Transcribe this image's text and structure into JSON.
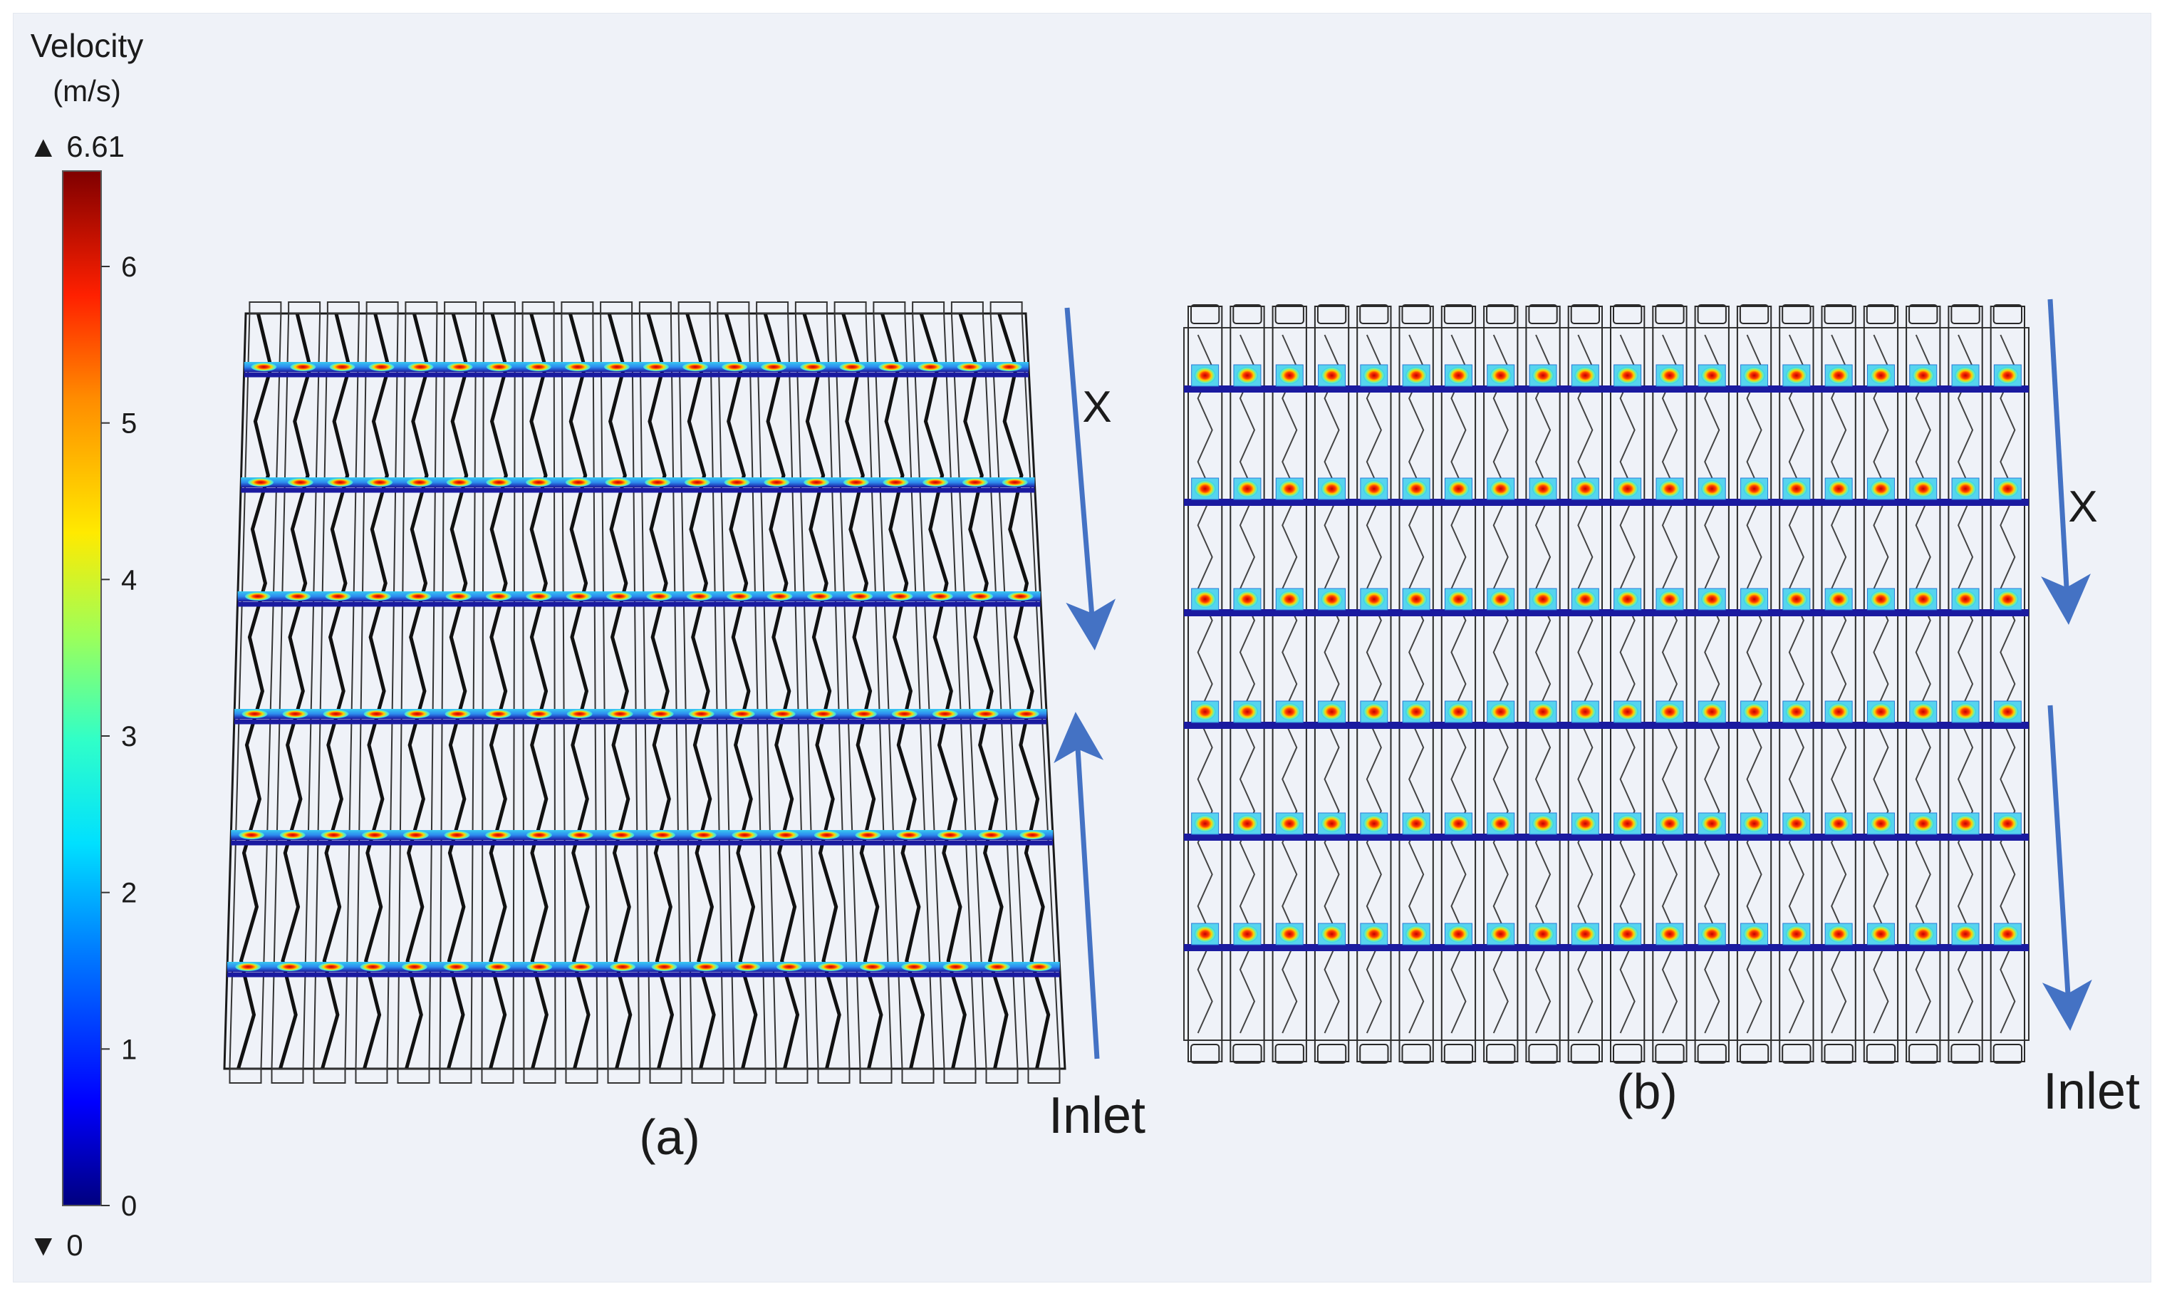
{
  "colorbar": {
    "title": "Velocity",
    "unit": "(m/s)",
    "max_marker": "▲ 6.61",
    "min_marker": "▼ 0",
    "max": 6.61,
    "min": 0,
    "ticks": [
      "0",
      "1",
      "2",
      "3",
      "4",
      "5",
      "6"
    ],
    "colormap": [
      "#00007f",
      "#0000ff",
      "#0080ff",
      "#00e0ff",
      "#30ffc8",
      "#9cff5a",
      "#ffea00",
      "#ff8c00",
      "#ff2000",
      "#a00000",
      "#7f0000"
    ]
  },
  "panels": [
    {
      "label": "(a)",
      "axis_label": "X",
      "inlet_label": "Inlet",
      "arrow_color": "#4472c4"
    },
    {
      "label": "(b)",
      "axis_label": "X",
      "inlet_label": "Inlet",
      "arrow_color": "#4472c4"
    }
  ],
  "colors": {
    "channel_line": "#1a1aa0",
    "mesh_line": "#1a1a1a",
    "hot_core": "#e8200a",
    "warm": "#ffd400",
    "cool": "#3ad8e8"
  }
}
